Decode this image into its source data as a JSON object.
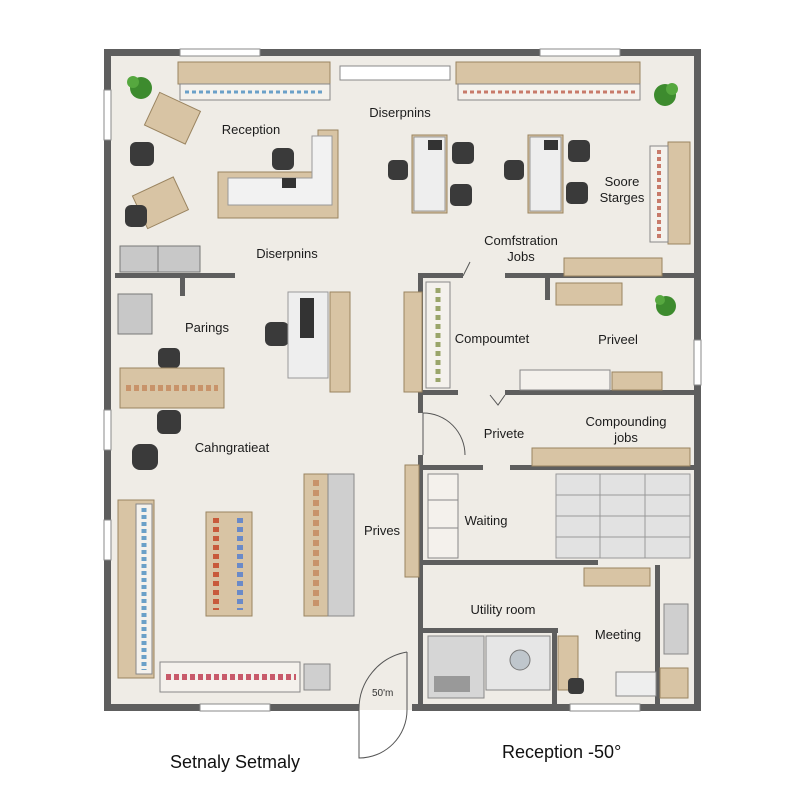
{
  "colors": {
    "wall": "#5e5e5e",
    "floor": "#efece6",
    "wood": "#d8c4a4",
    "chair": "#3a3a3a",
    "desk": "#e6e6e6",
    "plant": "#3d8b2e",
    "stair": "#dddddd"
  },
  "rooms": {
    "reception": "Reception",
    "dispensing_top": "Diserpnins",
    "store_storage": "Soore\nStarges",
    "dispensing_mid": "Diserpnins",
    "consultation_jobs": "Comfstration\nJobs",
    "parings": "Parings",
    "compounding": "Compoumtet",
    "privet": "Priveel",
    "private_mid": "Privete",
    "compounding_jobs": "Compounding\njobs",
    "calibration": "Cahngratieat",
    "prives": "Prives",
    "waiting": "Waiting",
    "utility_room": "Utility room",
    "meeting": "Meeting"
  },
  "scale_label": "50'm",
  "captions": {
    "left": "Setnaly Setmaly",
    "right": "Reception -50°"
  },
  "icons": [
    "plant-icon",
    "chair-icon",
    "shelf-icon",
    "sofa-icon",
    "toilet-icon",
    "sink-icon",
    "stairs-icon",
    "door-swing-icon"
  ]
}
